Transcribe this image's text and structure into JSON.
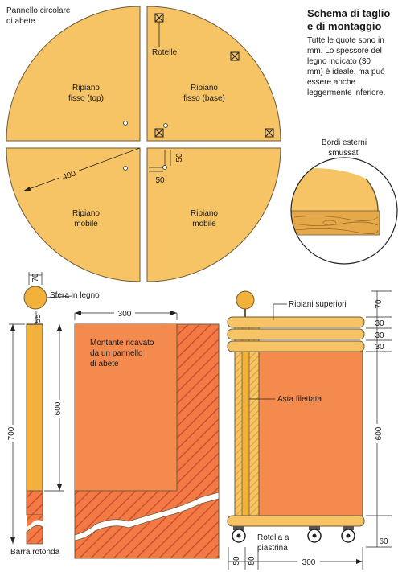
{
  "header": {
    "title_line1": "Schema di taglio",
    "title_line2": "e di montaggio",
    "note_lines": [
      "Tutte le quote sono in",
      "mm. Lo spessore del",
      "legno indicato (30",
      "mm) è ideale, ma può",
      "essere anche",
      "leggermente inferiore."
    ]
  },
  "panel": {
    "label_line1": "Pannello circolare",
    "label_line2": "di abete",
    "rotelle_label": "Rotelle",
    "quarters": [
      {
        "line1": "Ripiano",
        "line2": "fisso (top)"
      },
      {
        "line1": "Ripiano",
        "line2": "fisso (base)"
      },
      {
        "line1": "Ripiano",
        "line2": "mobile"
      },
      {
        "line1": "Ripiano",
        "line2": "mobile"
      }
    ],
    "radius_dim": "400",
    "offset_dim_v": "50",
    "offset_dim_h": "50"
  },
  "edge_detail": {
    "label_line1": "Bordi esterni",
    "label_line2": "smussati"
  },
  "rod": {
    "sphere_label": "Sfera in legno",
    "sphere_dim": "70",
    "top_dim": "55",
    "mid_dim": "600",
    "total_dim": "700",
    "bottom_label": "Barra rotonda"
  },
  "upright": {
    "width_dim": "300",
    "label_lines": [
      "Montante ricavato",
      "da un pannello",
      "di abete"
    ],
    "height_dim": "600"
  },
  "assembly": {
    "shelves_label": "Ripiani superiori",
    "rod_label": "Asta filettata",
    "wheel_label_line1": "Rotella a",
    "wheel_label_line2": "piastrina",
    "right_dims": [
      "70",
      "30",
      "30",
      "30",
      "600",
      "60"
    ],
    "bottom_dims": [
      "50",
      "50",
      "300"
    ]
  },
  "colors": {
    "wood": "#f6c465",
    "wood_stroke": "#6b5a3a",
    "upright": "#f48a4e",
    "hatch": "#e8573a",
    "sphere": "#f2b13a",
    "grain": "#b8893c"
  }
}
